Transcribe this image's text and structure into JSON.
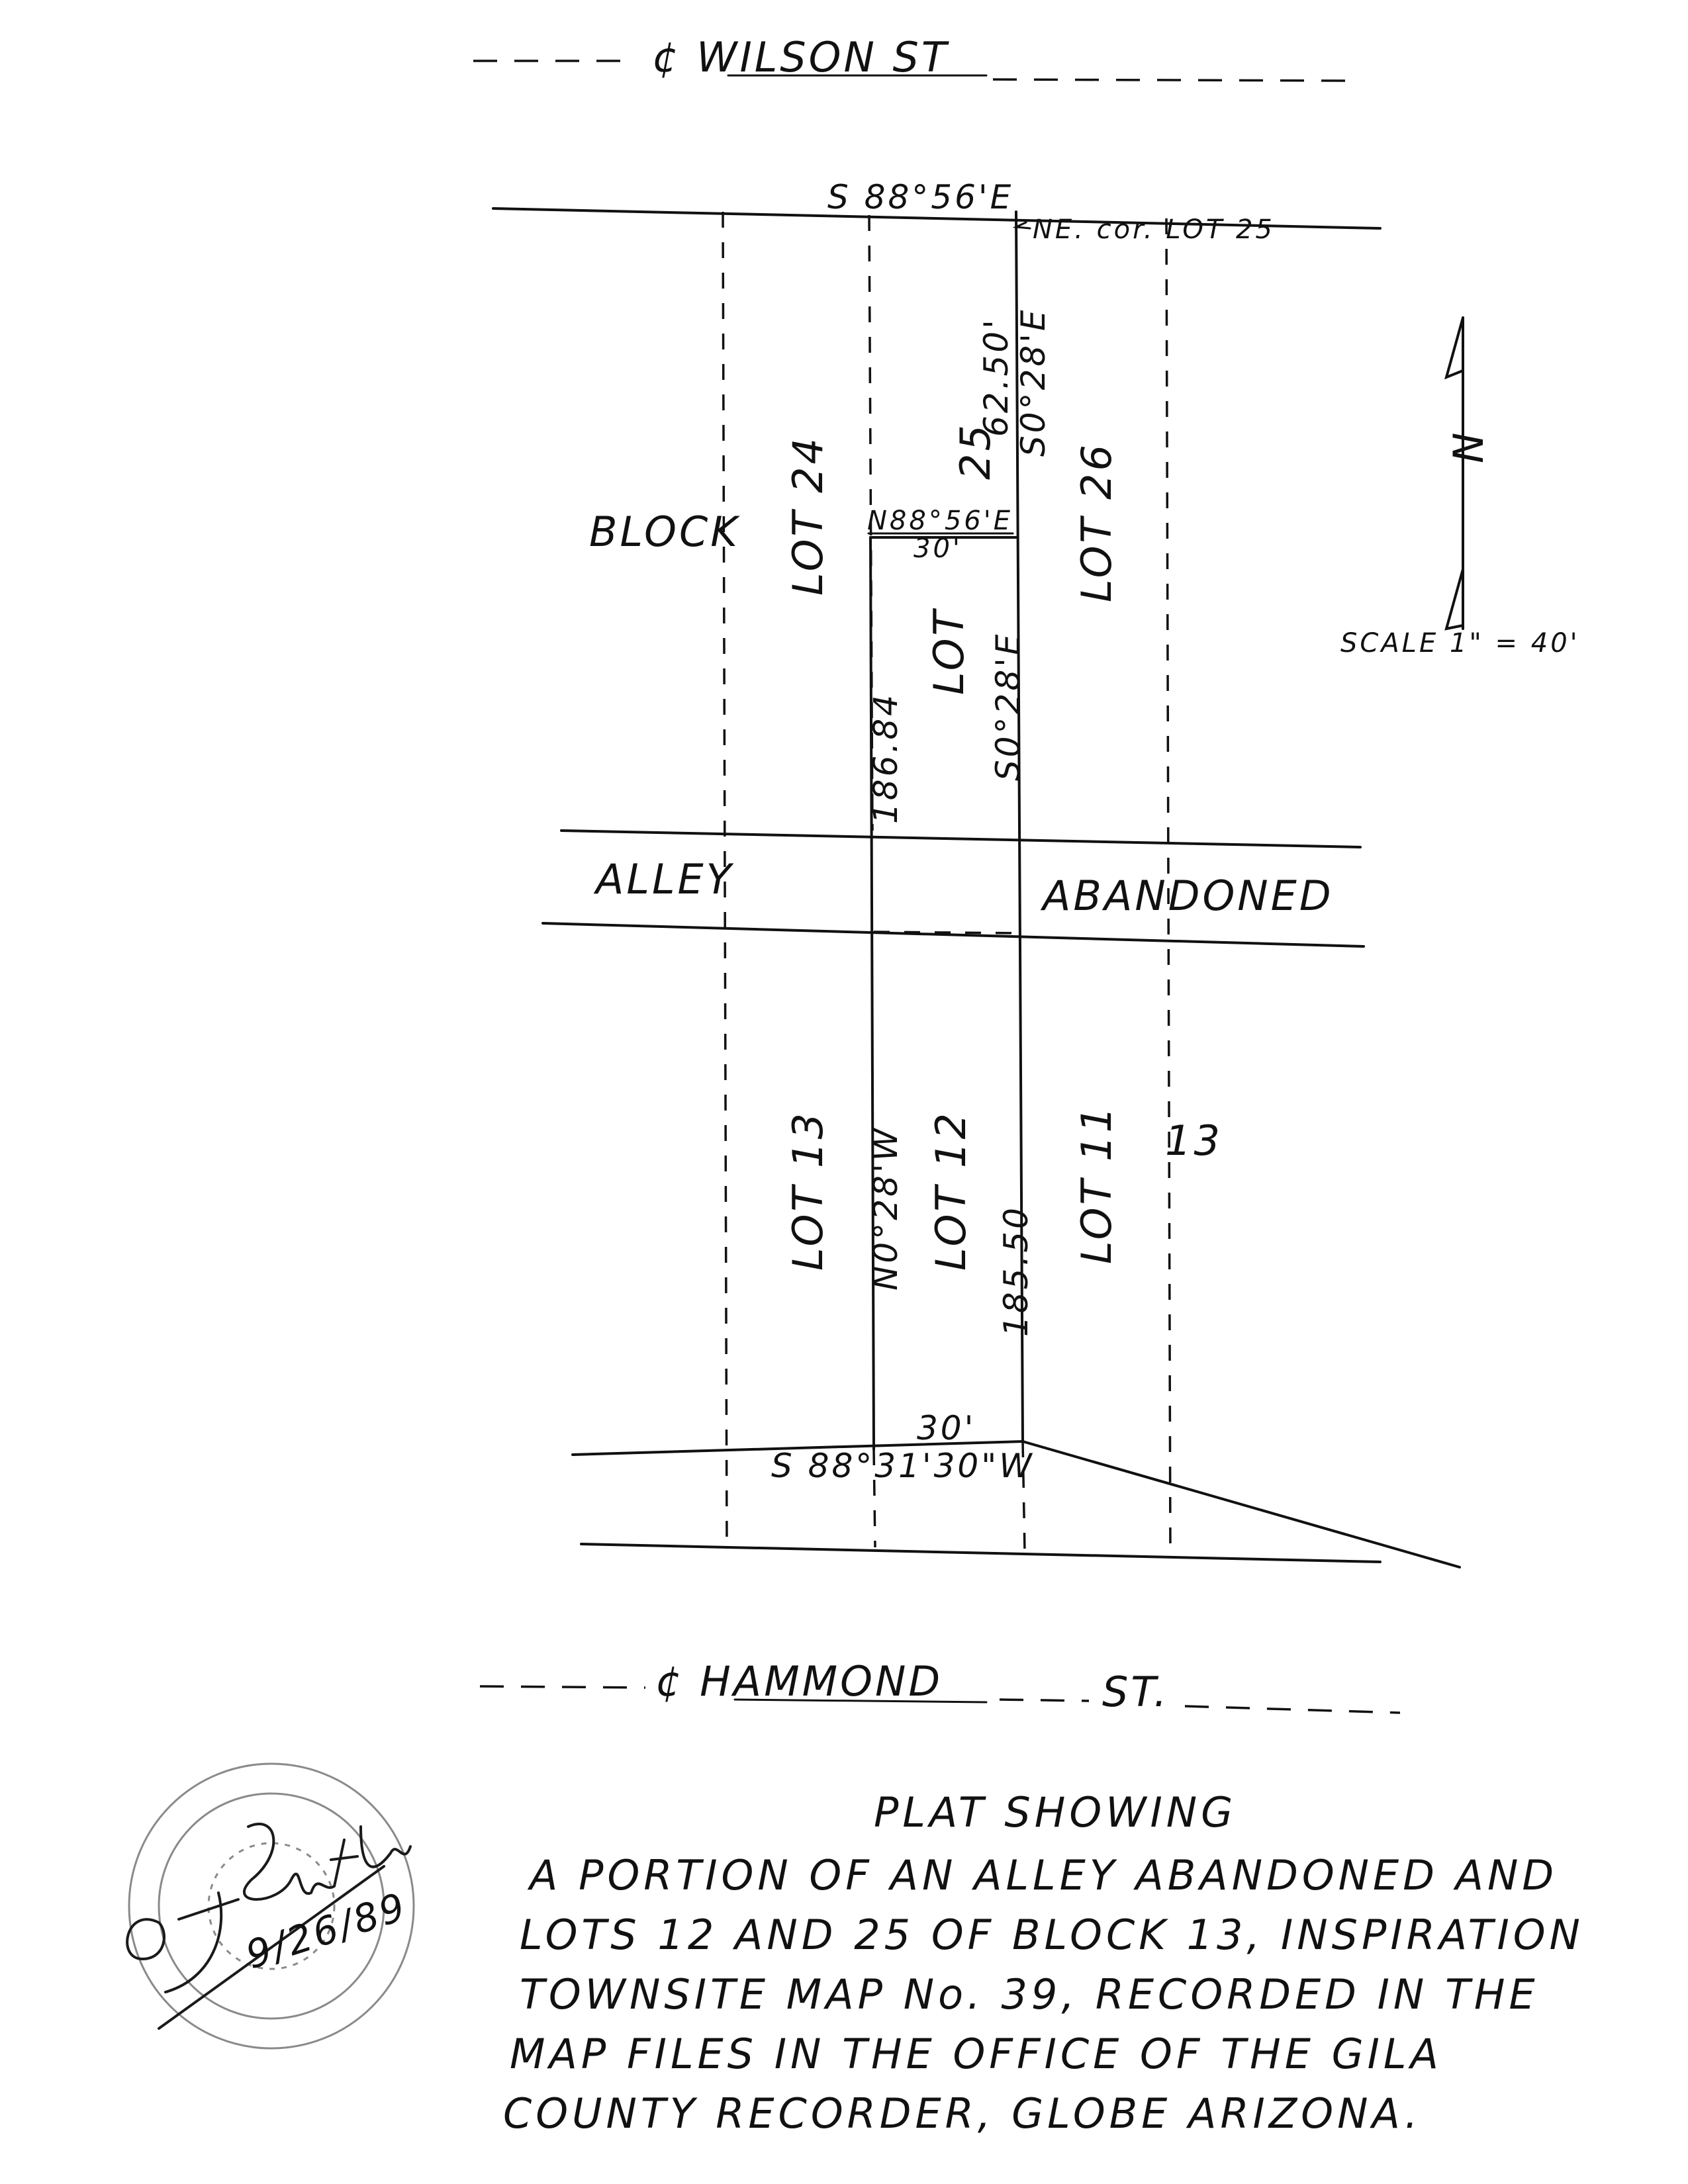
{
  "streets": {
    "north": "¢ WILSON ST",
    "south_cl": "¢ HAMMOND",
    "south_st": "ST."
  },
  "bearings": {
    "north_line": "S 88°56'E",
    "ne_corner": "NE. cor. LOT 25",
    "east_upper_dist": "62.50'",
    "east_upper_bearing": "S0°28'E",
    "inner_line_bearing": "N88°56'E",
    "inner_line_dist": "30'",
    "east_lower_bearing": "S0°28'E",
    "west_dist": "186.84",
    "west_bearing": "N0°28'W",
    "east_total_dist": "185.50",
    "south_dist": "30'",
    "south_bearing": "S 88°31'30\"W"
  },
  "labels": {
    "block_word": "BLOCK",
    "lot_24": "LOT 24",
    "num_25": "25",
    "lot_word": "LOT",
    "lot_26": "LOT 26",
    "alley": "ALLEY",
    "abandoned": "ABANDONED",
    "lot_13": "LOT 13",
    "lot_12": "LOT 12",
    "lot_11": "LOT 11",
    "block_num": "13"
  },
  "north_arrow": {
    "letter": "N",
    "scale": "SCALE 1\" = 40'"
  },
  "title_block": {
    "heading": "PLAT SHOWING",
    "lines": [
      "A PORTION OF AN ALLEY ABANDONED AND",
      "LOTS 12 AND 25 OF BLOCK 13, INSPIRATION",
      "TOWNSITE MAP No. 39, RECORDED IN THE",
      "MAP FILES IN THE OFFICE OF THE GILA",
      "COUNTY RECORDER,  GLOBE ARIZONA."
    ]
  },
  "certification": {
    "date": "9/26/89"
  },
  "colors": {
    "ink": "#111111",
    "seal": "#8a8a8a",
    "paper": "#ffffff"
  }
}
